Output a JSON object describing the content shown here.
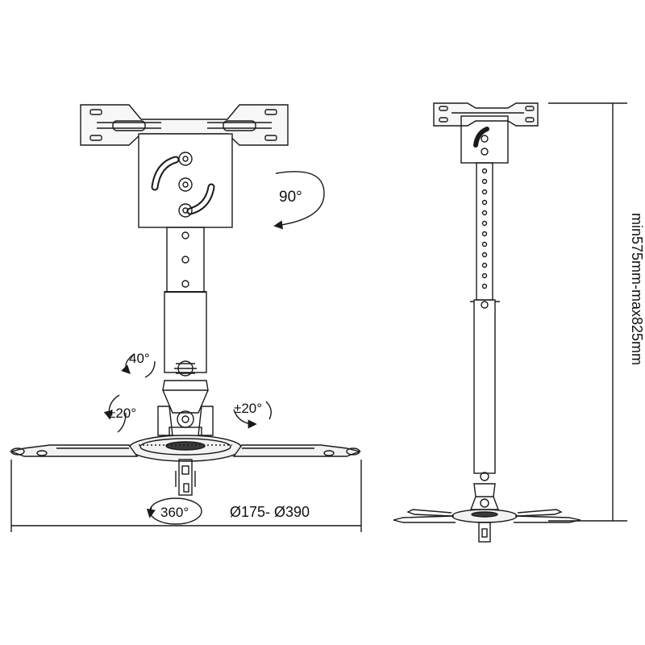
{
  "labels": {
    "rotate_90": "90°",
    "tilt_40": "40°",
    "tilt_left_20": "±20°",
    "tilt_right_20": "±20°",
    "swivel_360": "360°",
    "arm_diameter": "Ø175- Ø390",
    "height_range": "min575mm-max825mm"
  },
  "colors": {
    "line": "#1a1a1a",
    "fill_light": "#f2f2f2",
    "fill_dark": "#3a3a3a"
  }
}
